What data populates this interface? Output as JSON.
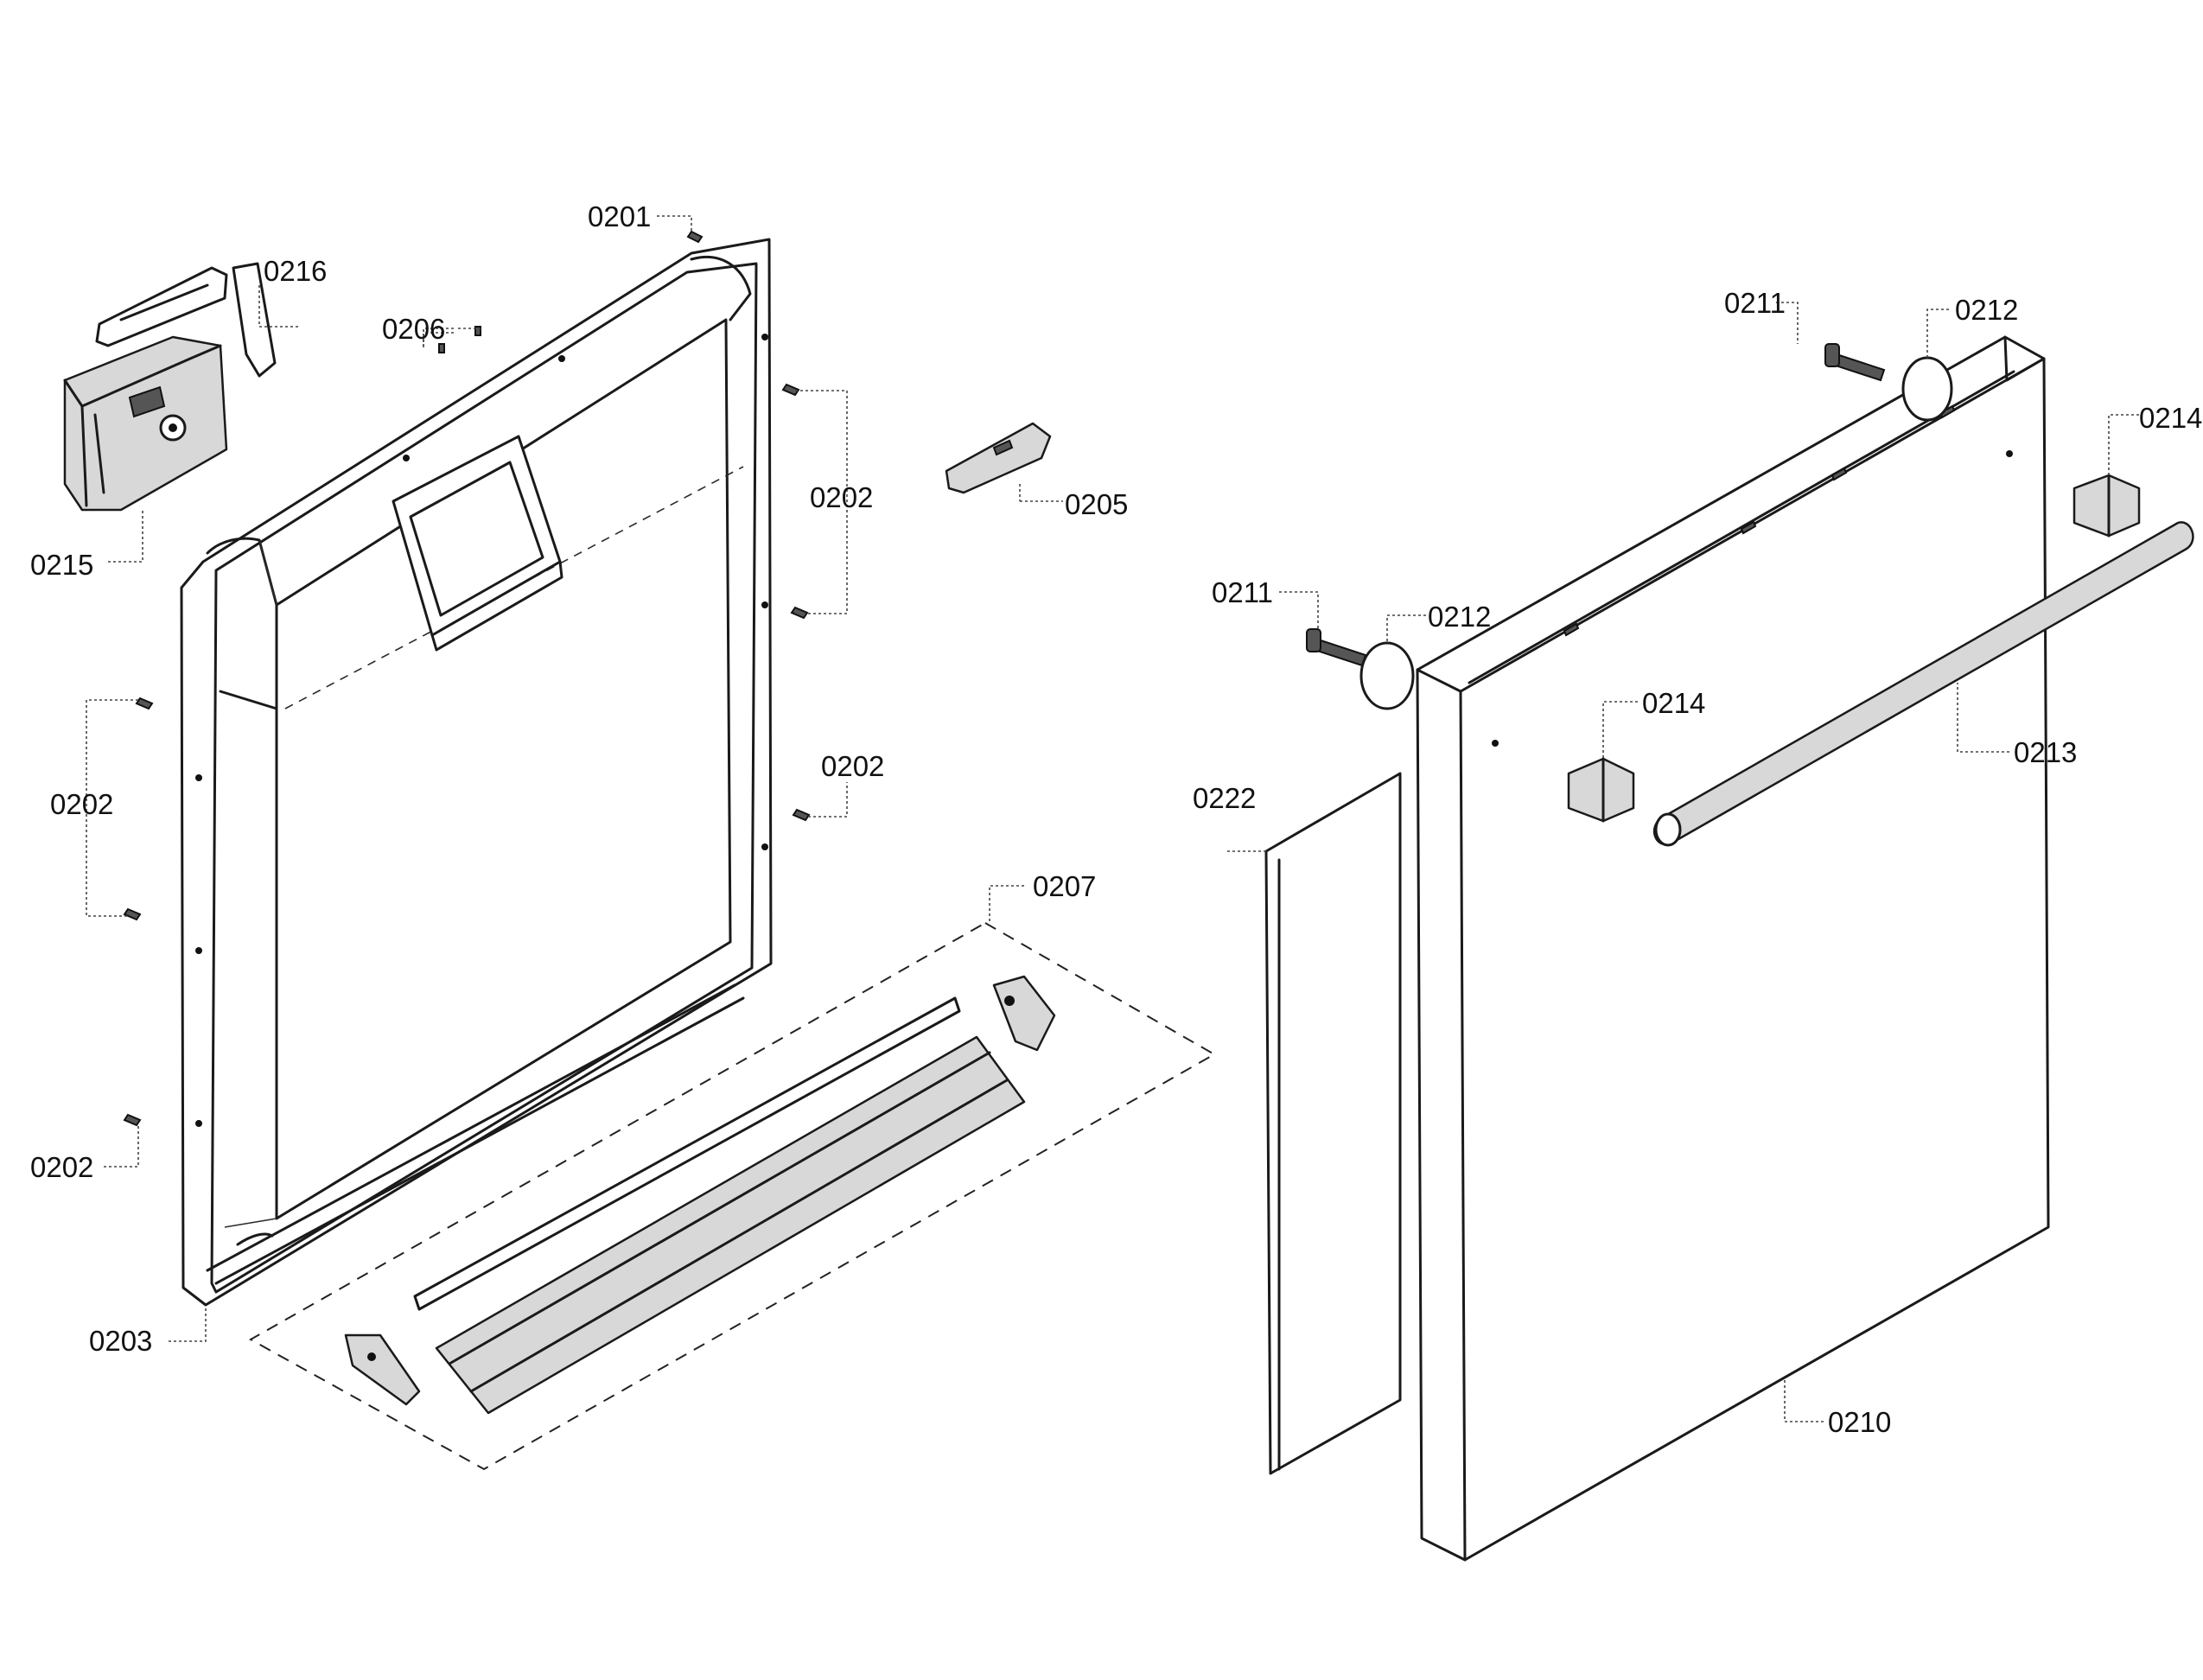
{
  "callouts": {
    "c0201": "0201",
    "c0216": "0216",
    "c0206": "0206",
    "c0215": "0215",
    "c0202a": "0202",
    "c0205": "0205",
    "c0202b": "0202",
    "c0202c": "0202",
    "c0207": "0207",
    "c0202d": "0202",
    "c0203": "0203",
    "c0211a": "0211",
    "c0212a": "0212",
    "c0214a": "0214",
    "c0211b": "0211",
    "c0212b": "0212",
    "c0214b": "0214",
    "c0213": "0213",
    "c0222": "0222",
    "c0210": "0210"
  }
}
